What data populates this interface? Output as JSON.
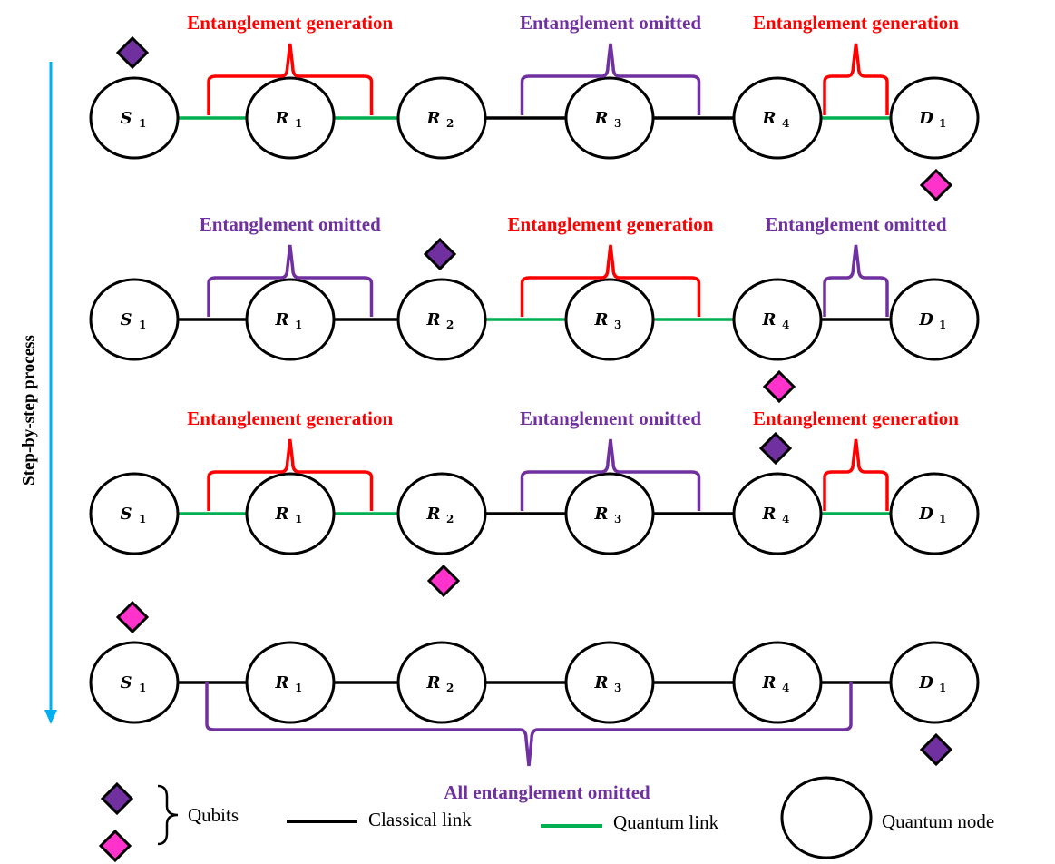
{
  "colors": {
    "classical_link": "#000000",
    "quantum_link": "#00b050",
    "generation": "#ff0000",
    "omitted": "#7030a0",
    "qubit_purple": "#7030a0",
    "qubit_pink": "#ff33cc",
    "process_arrow": "#00b0f0"
  },
  "side_label": "Step-by-step process",
  "nodes": [
    {
      "letter": "S",
      "sub": "1"
    },
    {
      "letter": "R",
      "sub": "1"
    },
    {
      "letter": "R",
      "sub": "2"
    },
    {
      "letter": "R",
      "sub": "3"
    },
    {
      "letter": "R",
      "sub": "4"
    },
    {
      "letter": "D",
      "sub": "1"
    }
  ],
  "rows": [
    {
      "links": [
        "quantum",
        "quantum",
        "classical",
        "classical",
        "quantum"
      ],
      "braces": [
        {
          "kind": "generation",
          "text": "Entanglement generation",
          "from_node": 0,
          "to_node": 2
        },
        {
          "kind": "omitted",
          "text": "Entanglement omitted",
          "from_node": 2,
          "to_node": 4
        },
        {
          "kind": "generation",
          "text": "Entanglement generation",
          "from_node": 4,
          "to_node": 5
        }
      ],
      "qubits": [
        {
          "color": "purple",
          "at_node": 0,
          "side": "above"
        },
        {
          "color": "pink",
          "at_node": 5,
          "side": "below"
        }
      ]
    },
    {
      "links": [
        "classical",
        "classical",
        "quantum",
        "quantum",
        "classical"
      ],
      "braces": [
        {
          "kind": "omitted",
          "text": "Entanglement omitted",
          "from_node": 0,
          "to_node": 2
        },
        {
          "kind": "generation",
          "text": "Entanglement generation",
          "from_node": 2,
          "to_node": 4
        },
        {
          "kind": "omitted",
          "text": "Entanglement omitted",
          "from_node": 4,
          "to_node": 5
        }
      ],
      "qubits": [
        {
          "color": "purple",
          "at_node": 2,
          "side": "above"
        },
        {
          "color": "pink",
          "at_node": 4,
          "side": "below"
        }
      ]
    },
    {
      "links": [
        "quantum",
        "quantum",
        "classical",
        "classical",
        "quantum"
      ],
      "braces": [
        {
          "kind": "generation",
          "text": "Entanglement generation",
          "from_node": 0,
          "to_node": 2
        },
        {
          "kind": "omitted",
          "text": "Entanglement omitted",
          "from_node": 2,
          "to_node": 4
        },
        {
          "kind": "generation",
          "text": "Entanglement generation",
          "from_node": 4,
          "to_node": 5
        }
      ],
      "qubits": [
        {
          "color": "purple",
          "at_node": 4,
          "side": "above"
        },
        {
          "color": "pink",
          "at_node": 2,
          "side": "below"
        }
      ]
    },
    {
      "links": [
        "classical",
        "classical",
        "classical",
        "classical",
        "classical"
      ],
      "braces": [
        {
          "kind": "omitted",
          "text": "All entanglement omitted",
          "from_node": 0,
          "to_node": 5,
          "below": true
        }
      ],
      "qubits": [
        {
          "color": "pink",
          "at_node": 0,
          "side": "above"
        },
        {
          "color": "purple",
          "at_node": 5,
          "side": "below"
        }
      ]
    }
  ],
  "legend": {
    "qubits_label": "Qubits",
    "classical_label": "Classical  link",
    "quantum_label": "Quantum link",
    "node_label": "Quantum node"
  }
}
